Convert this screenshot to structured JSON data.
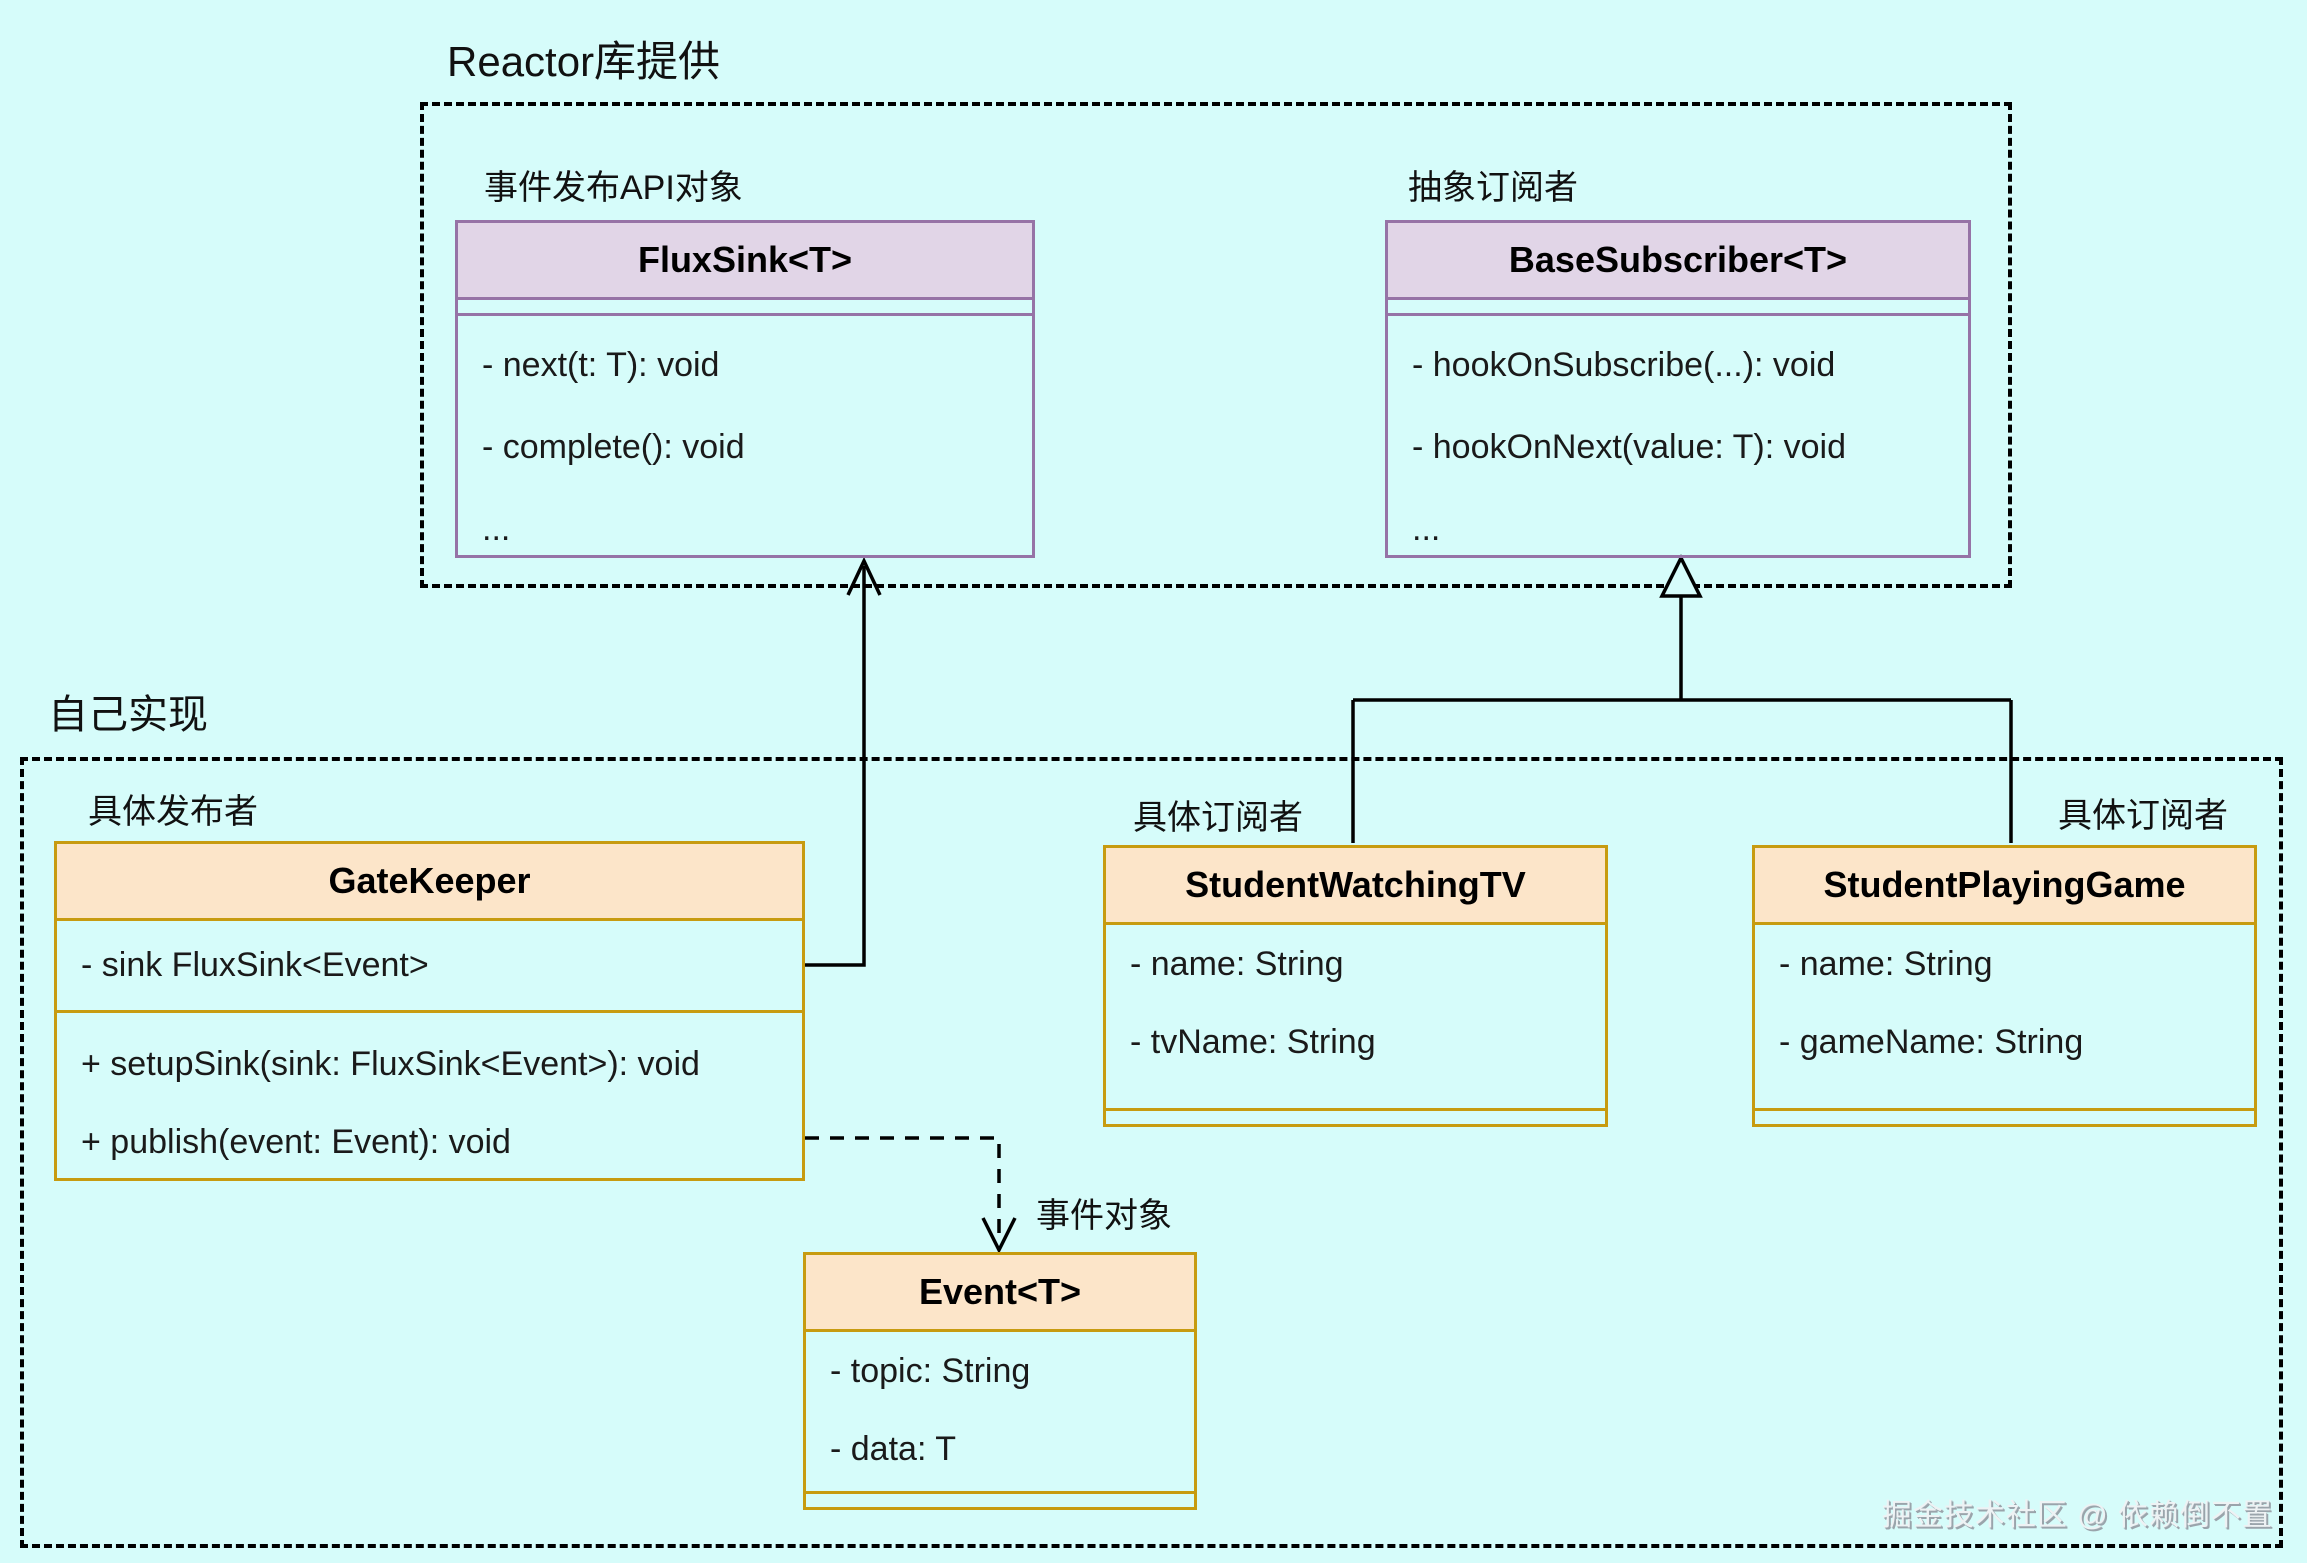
{
  "titles": {
    "reactor_group": "Reactor库提供",
    "self_group": "自己实现"
  },
  "labels": {
    "flux_sink": "事件发布API对象",
    "base_subscriber": "抽象订阅者",
    "gatekeeper": "具体发布者",
    "student_watching_tv": "具体订阅者",
    "student_playing_game": "具体订阅者",
    "event": "事件对象"
  },
  "classes": {
    "fluxsink": {
      "name": "FluxSink<T>",
      "members": [
        "- next(t: T): void",
        "- complete(): void",
        "..."
      ]
    },
    "basesubscriber": {
      "name": "BaseSubscriber<T>",
      "members": [
        "- hookOnSubscribe(...): void",
        "- hookOnNext(value: T): void",
        "..."
      ]
    },
    "gatekeeper": {
      "name": "GateKeeper",
      "attributes": [
        "- sink FluxSink<Event>"
      ],
      "methods": [
        "+ setupSink(sink: FluxSink<Event>): void",
        "+ publish(event: Event): void"
      ]
    },
    "studentwatchingtv": {
      "name": "StudentWatchingTV",
      "attributes": [
        "- name: String",
        "- tvName: String"
      ]
    },
    "studentplayinggame": {
      "name": "StudentPlayingGame",
      "attributes": [
        "- name: String",
        "- gameName: String"
      ]
    },
    "event": {
      "name": "Event<T>",
      "attributes": [
        "- topic: String",
        "- data: T"
      ]
    }
  },
  "watermark": "掘金技术社区 @ 依赖倒不置",
  "colors": {
    "canvas_background": "#d6fcfa",
    "purple_fill": "#e1d5e7",
    "purple_stroke": "#9673a6",
    "orange_fill": "#fce5c9",
    "orange_stroke": "#c79b10",
    "line": "#000000"
  }
}
